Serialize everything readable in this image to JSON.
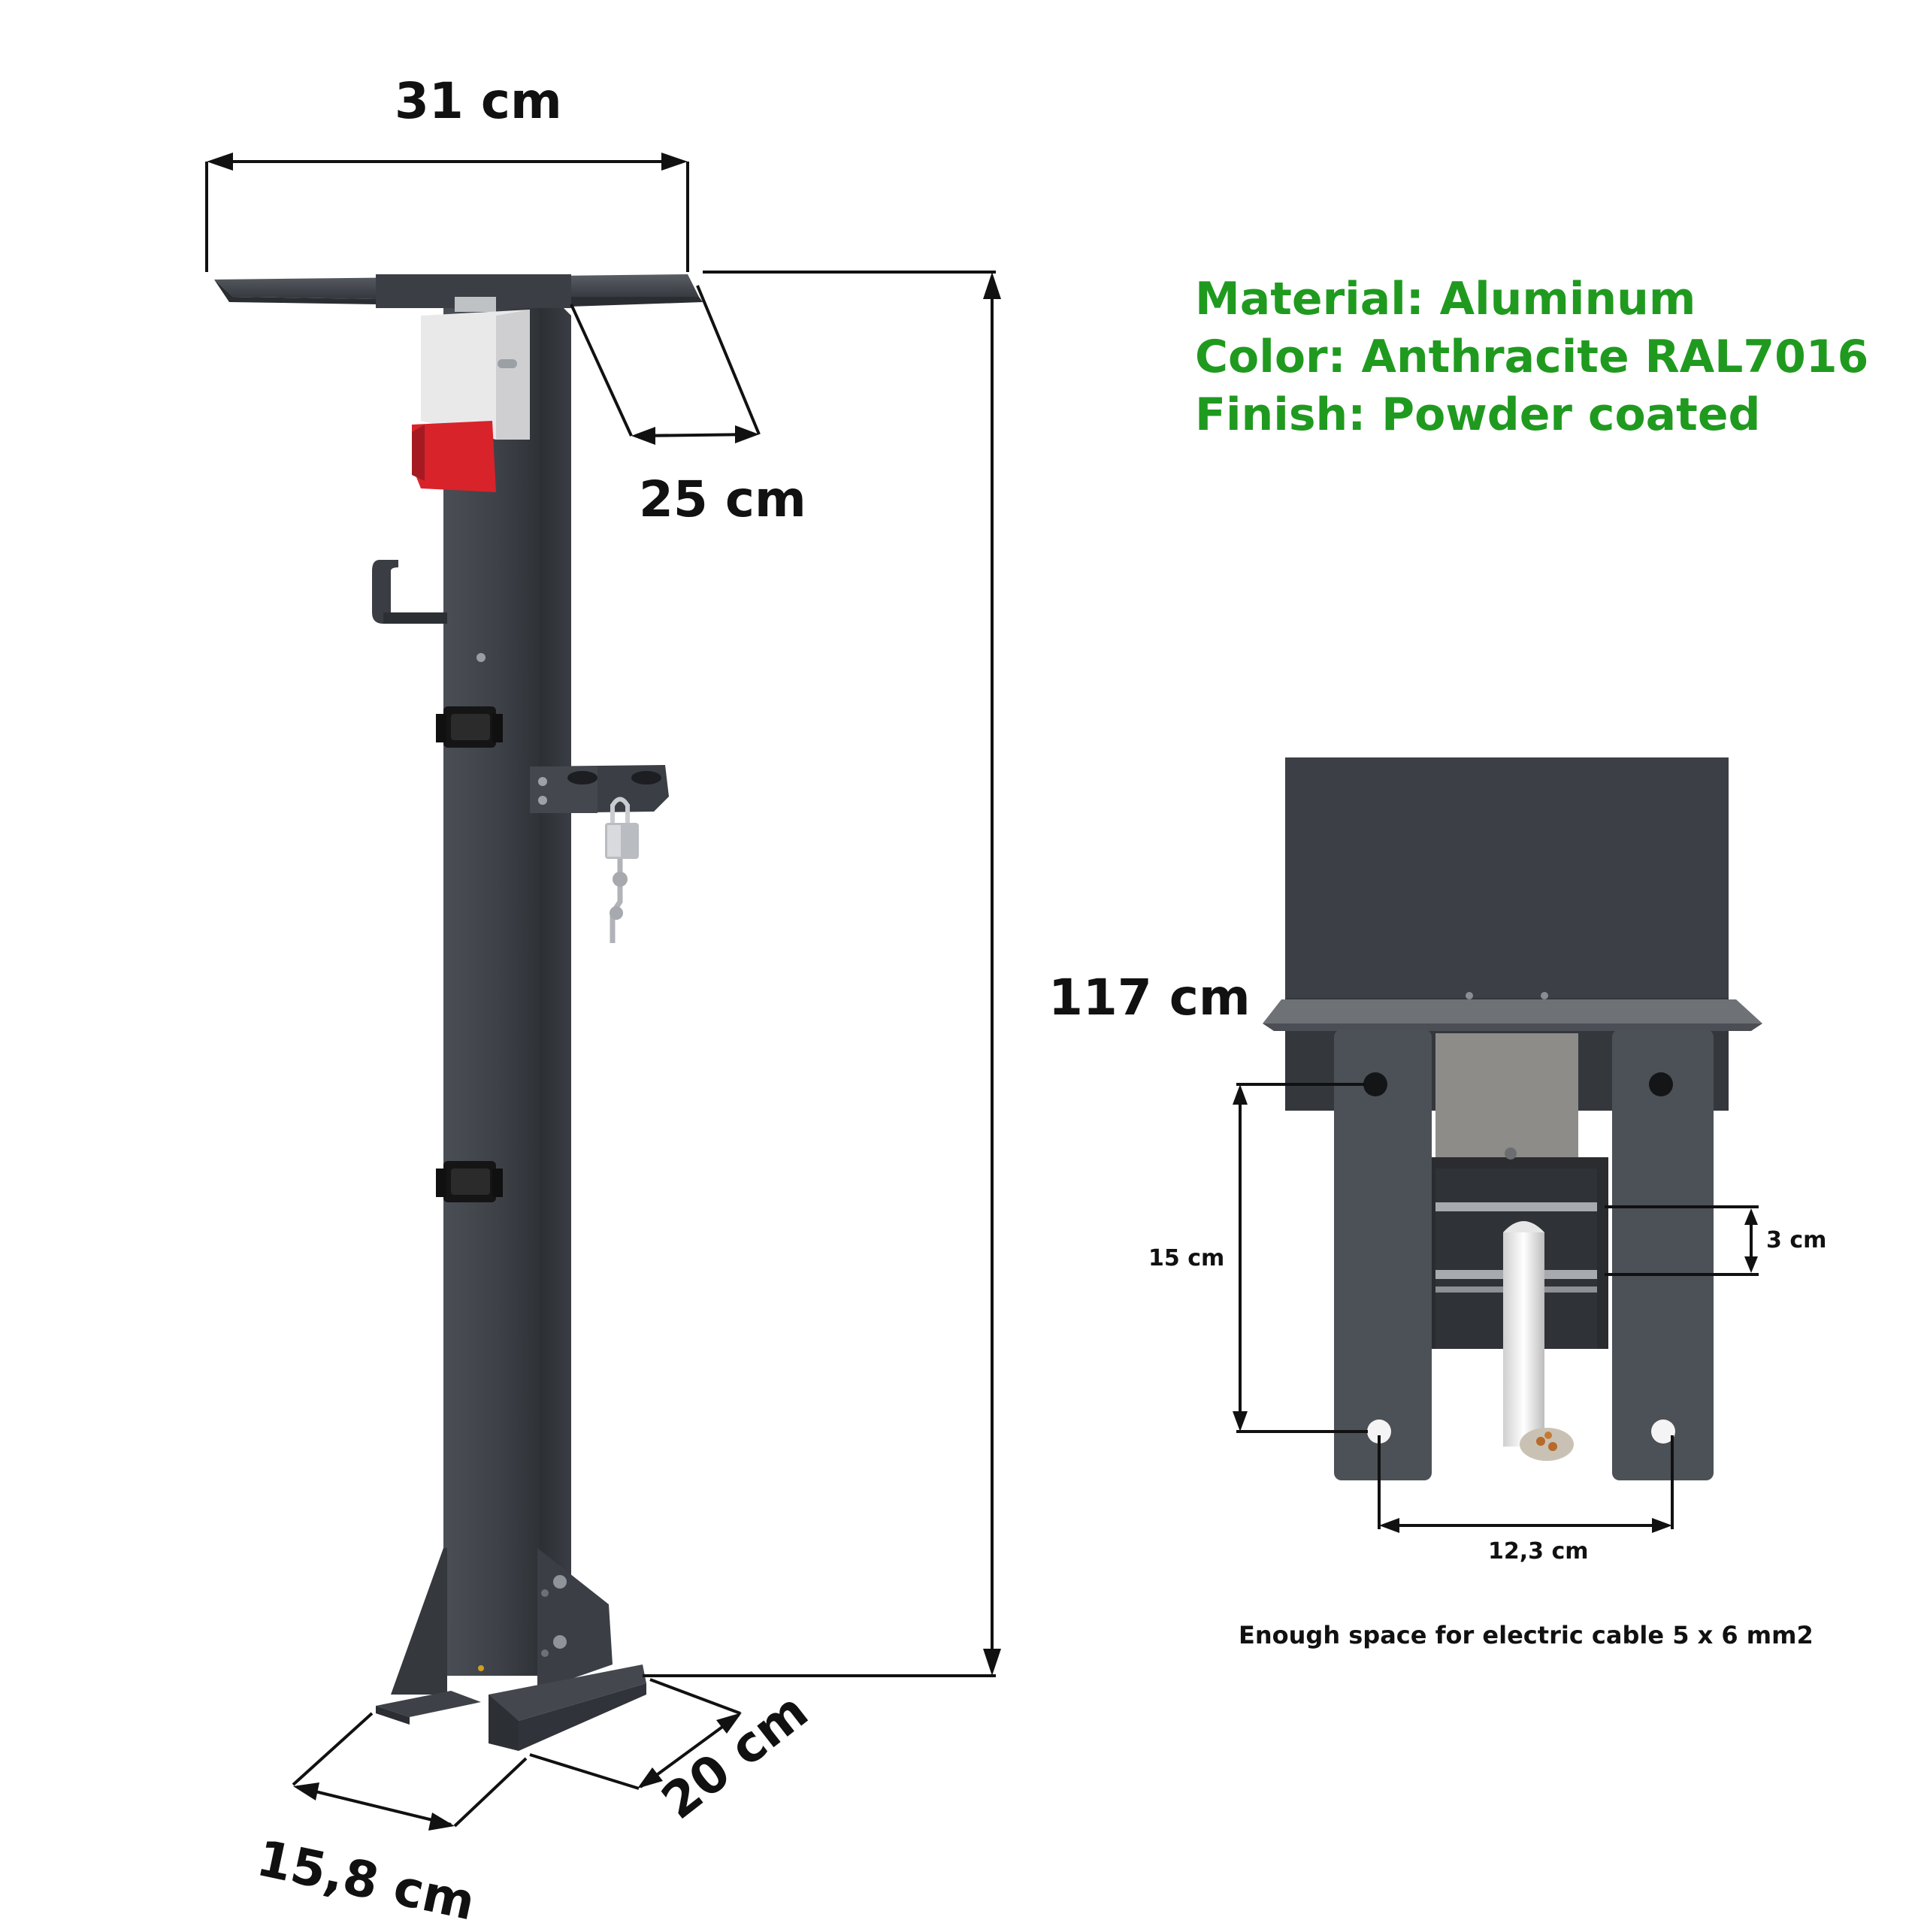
{
  "dimensions": {
    "width_top": "31 cm",
    "depth_top": "25 cm",
    "height": "117 cm",
    "base_width": "15,8 cm",
    "base_depth": "20 cm"
  },
  "specs": {
    "material": "Material: Aluminum",
    "color": "Color: Anthracite RAL7016",
    "finish": "Finish: Powder coated"
  },
  "detail": {
    "hole_spacing_vertical": "15 cm",
    "bar_spacing": "3 cm",
    "hole_spacing_horizontal": "12,3 cm",
    "cable_note": "Enough space for electric cable 5 x 6 mm2"
  },
  "colors": {
    "anthracite": "#3e4248",
    "spec_text": "#1f9a1f",
    "socket_red": "#d8232a"
  }
}
